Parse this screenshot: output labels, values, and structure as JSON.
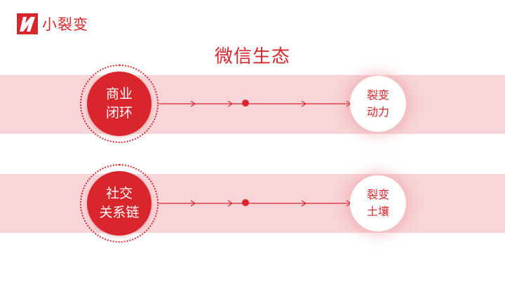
{
  "logo": {
    "icon": "lightning-logo-icon",
    "text": "小裂变"
  },
  "title": "微信生态",
  "colors": {
    "accent": "#d9262c",
    "band": "#f8d5d8",
    "white": "#ffffff"
  },
  "rows": [
    {
      "source": {
        "line1": "商业",
        "line2": "闭环"
      },
      "target": {
        "line1": "裂变",
        "line2": "动力"
      }
    },
    {
      "source": {
        "line1": "社交",
        "line2": "关系链"
      },
      "target": {
        "line1": "裂变",
        "line2": "土壤"
      }
    }
  ]
}
